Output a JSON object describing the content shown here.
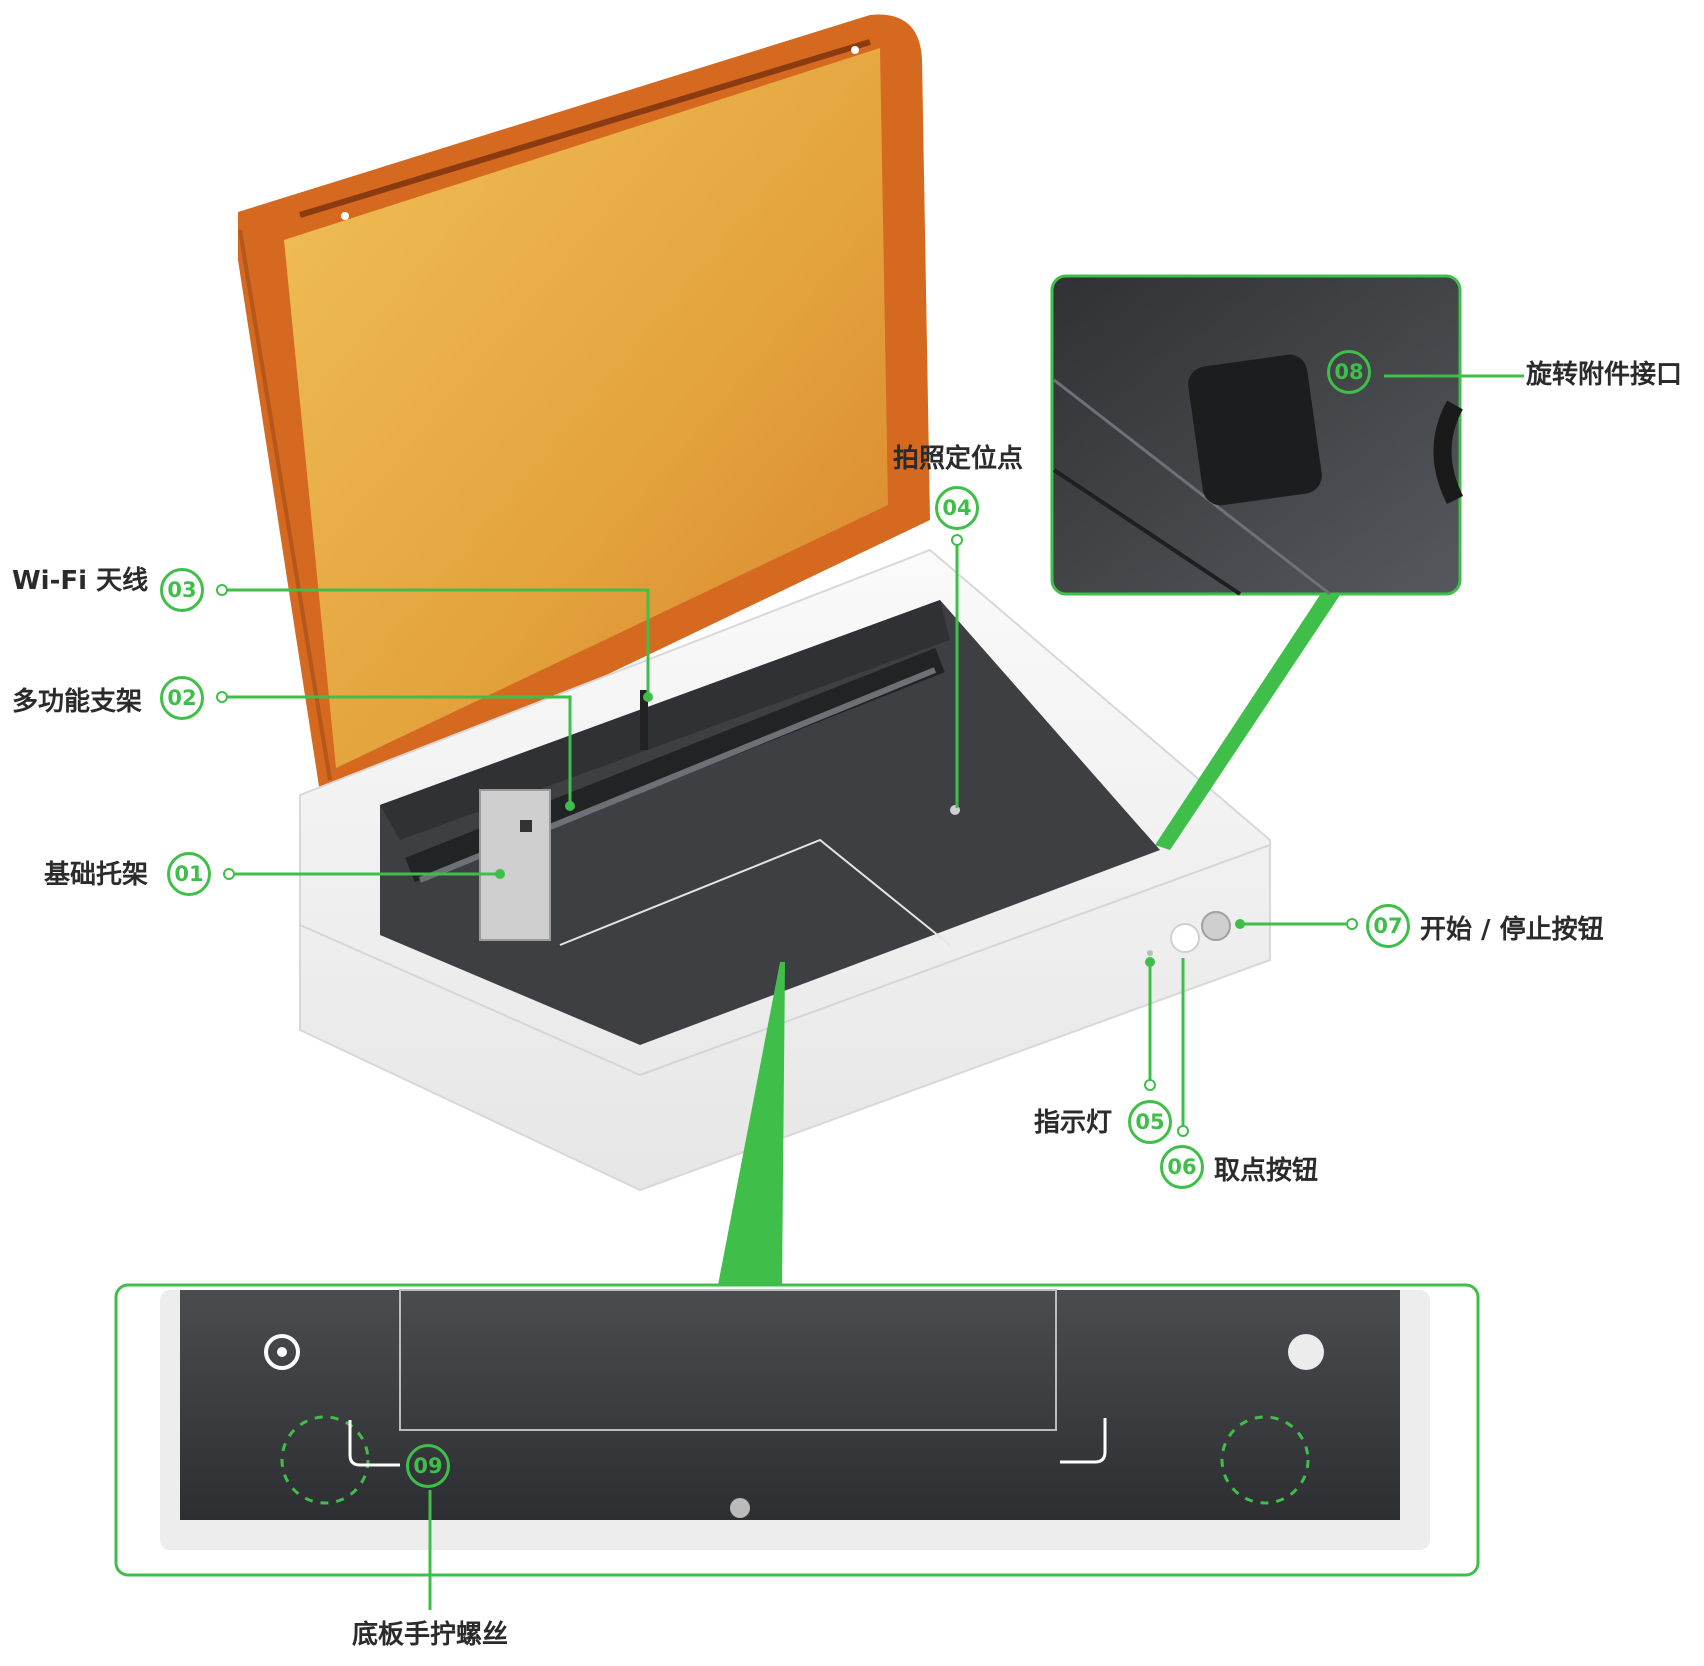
{
  "colors": {
    "accent": "#3fbf4a",
    "lid": "#e39a3a",
    "lid_frame": "#d86a24",
    "body": "#f3f3f3",
    "interior": "#3d3f42"
  },
  "callouts": [
    {
      "id": "01",
      "label": "基础托架"
    },
    {
      "id": "02",
      "label": "多功能支架"
    },
    {
      "id": "03",
      "label": "Wi-Fi 天线"
    },
    {
      "id": "04",
      "label": "拍照定位点"
    },
    {
      "id": "05",
      "label": "指示灯"
    },
    {
      "id": "06",
      "label": "取点按钮"
    },
    {
      "id": "07",
      "label": "开始 / 停止按钮"
    },
    {
      "id": "08",
      "label": "旋转附件接口"
    },
    {
      "id": "09",
      "label": "底板手拧螺丝"
    }
  ]
}
